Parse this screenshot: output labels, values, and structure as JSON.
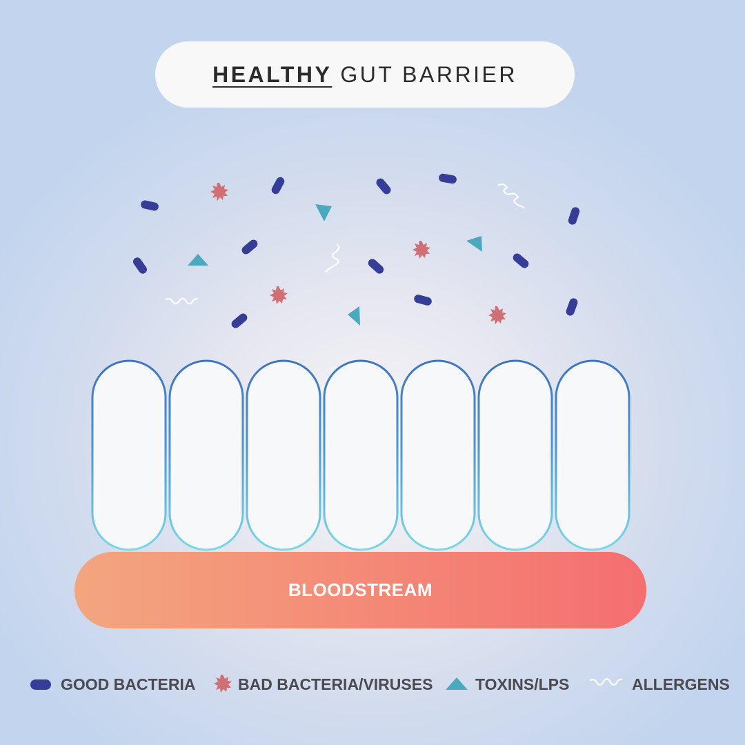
{
  "title": {
    "highlight": "HEALTHY",
    "rest": "GUT BARRIER"
  },
  "bloodstream": {
    "label": "BLOODSTREAM"
  },
  "colors": {
    "good_bacteria": "#353d96",
    "bad_bacteria": "#d17074",
    "toxins": "#4aa9bd",
    "allergens": "#ffffff",
    "cell_border_top": "#3f74c2",
    "cell_border_bottom": "#79d9e6",
    "blood_start": "#f3a67e",
    "blood_end": "#f56e70"
  },
  "legend": [
    {
      "icon": "good-bacteria-icon",
      "label": "GOOD BACTERIA"
    },
    {
      "icon": "bad-bacteria-icon",
      "label": "BAD BACTERIA/VIRUSES"
    },
    {
      "icon": "toxin-icon",
      "label": "TOXINS/LPS"
    },
    {
      "icon": "allergen-icon",
      "label": "ALLERGENS"
    }
  ],
  "cells": {
    "count": 7
  }
}
